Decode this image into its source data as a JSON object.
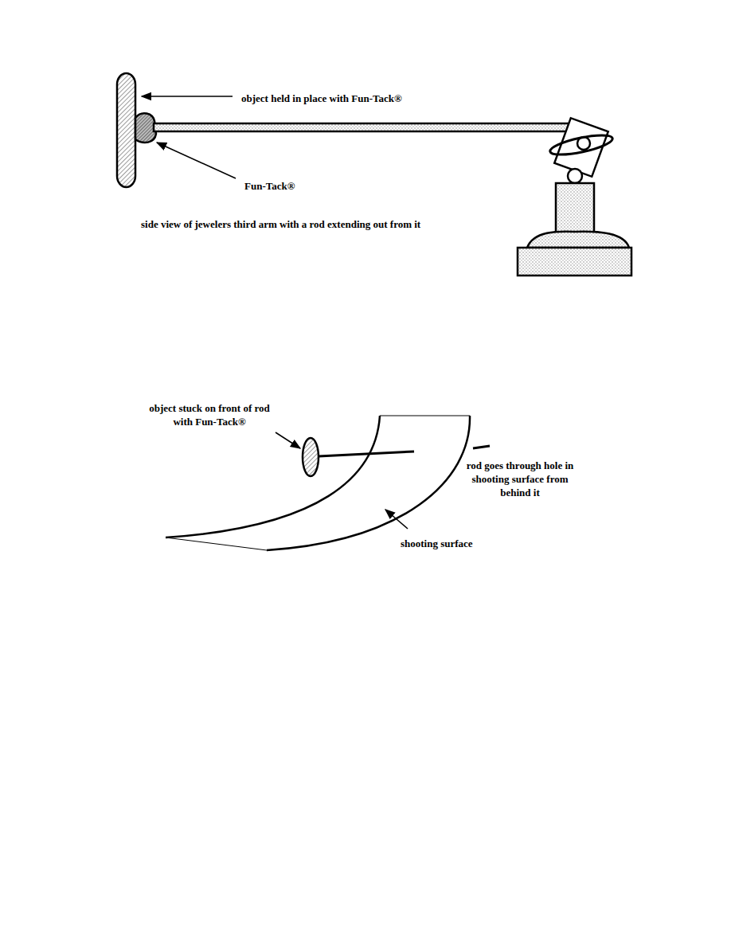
{
  "diagram": {
    "labels": [
      "object held in place with Fun-Tack®",
      "Fun-Tack®",
      "side view of jewelers third arm with a rod extending out from it",
      "object stuck on front of rod with Fun-Tack®",
      "rod goes through hole in shooting surface from behind it",
      "shooting surface"
    ]
  }
}
